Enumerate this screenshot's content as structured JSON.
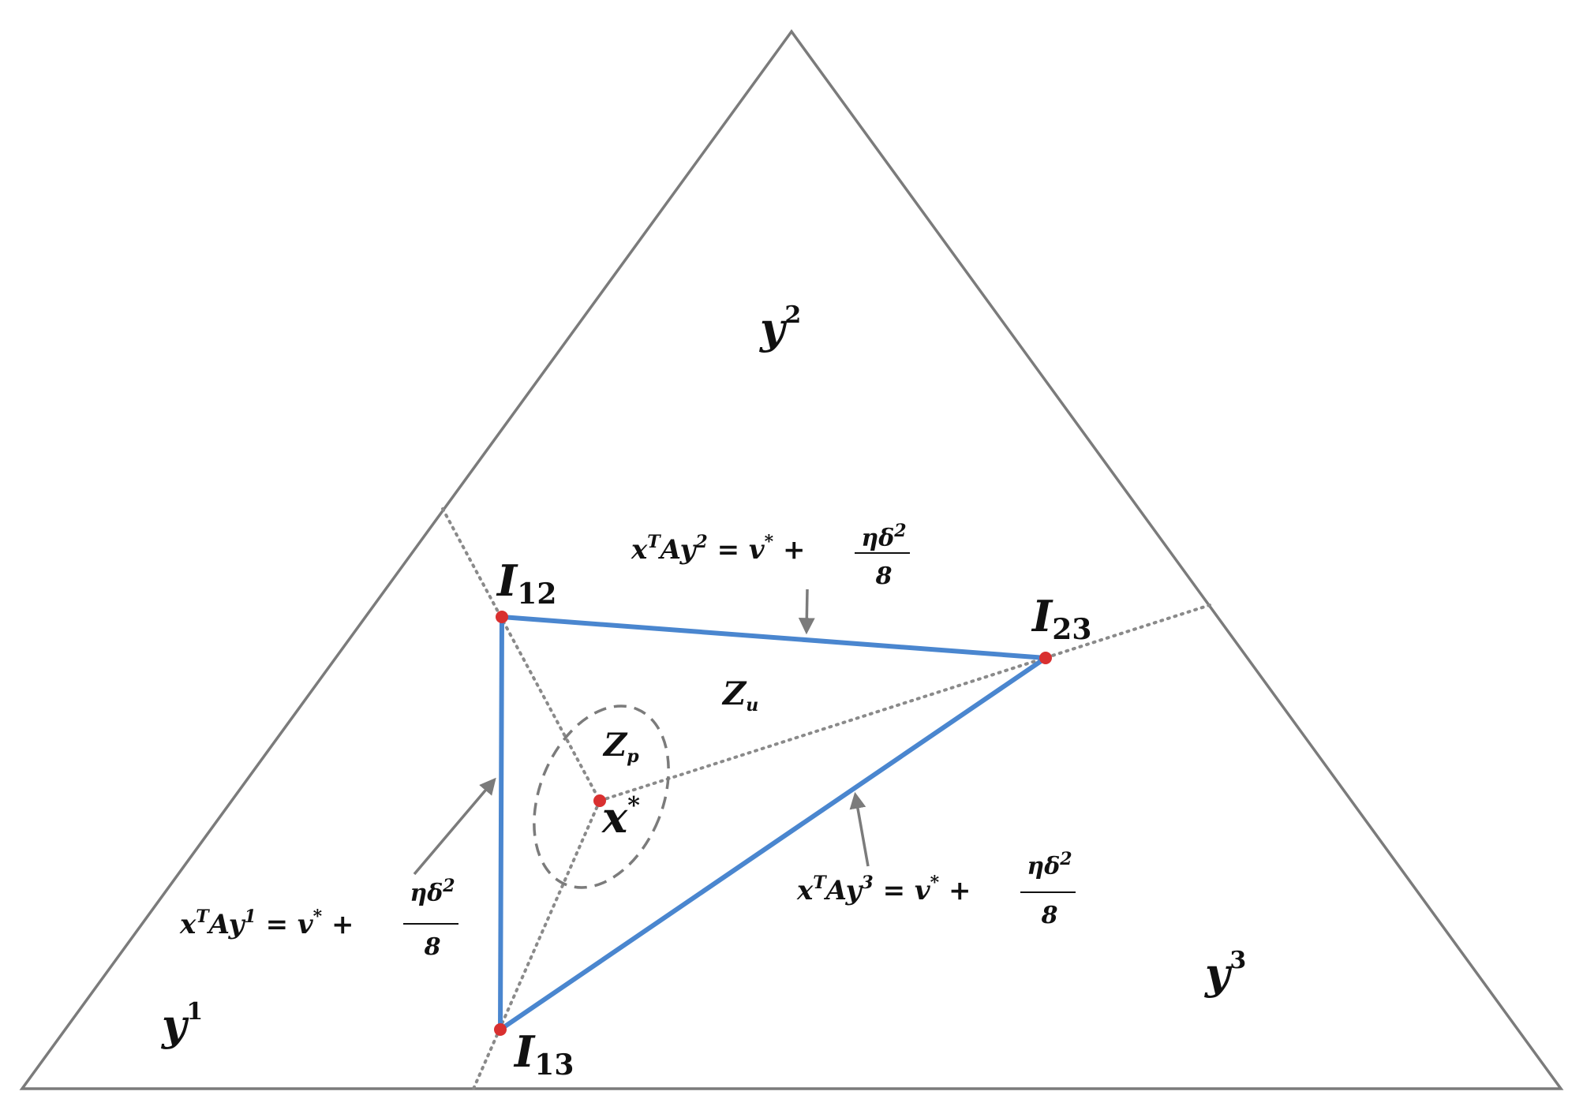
{
  "diagram": {
    "colors": {
      "outline": "#7b7b7b",
      "inner_triangle": "#4a86cf",
      "points": "#d93030",
      "dotted": "#8a8a8a",
      "ellipse": "#7b7b7b",
      "arrow": "#7b7b7b"
    },
    "regions": {
      "y1": {
        "base": "y",
        "sup": "1"
      },
      "y2": {
        "base": "y",
        "sup": "2"
      },
      "y3": {
        "base": "y",
        "sup": "3"
      }
    },
    "points": {
      "I12": {
        "base": "I",
        "sub": "12"
      },
      "I23": {
        "base": "I",
        "sub": "23"
      },
      "I13": {
        "base": "I",
        "sub": "13"
      },
      "xstar": {
        "base": "x",
        "sup": "*"
      }
    },
    "zones": {
      "Zu": {
        "base": "Z",
        "sub": "u"
      },
      "Zp": {
        "base": "Z",
        "sub": "p"
      }
    },
    "equations": {
      "eq1": {
        "lhs_x": "x",
        "lhs_T": "T",
        "lhs_Ay": "Ay",
        "lhs_idx": "1",
        "mid": " = v",
        "star": "*",
        "plus": " + ",
        "num": "ηδ",
        "num_sup": "2",
        "den": "8"
      },
      "eq2": {
        "lhs_x": "x",
        "lhs_T": "T",
        "lhs_Ay": "Ay",
        "lhs_idx": "2",
        "mid": " = v",
        "star": "*",
        "plus": " + ",
        "num": "ηδ",
        "num_sup": "2",
        "den": "8"
      },
      "eq3": {
        "lhs_x": "x",
        "lhs_T": "T",
        "lhs_Ay": "Ay",
        "lhs_idx": "3",
        "mid": " = v",
        "star": "*",
        "plus": " + ",
        "num": "ηδ",
        "num_sup": "2",
        "den": "8"
      }
    }
  }
}
